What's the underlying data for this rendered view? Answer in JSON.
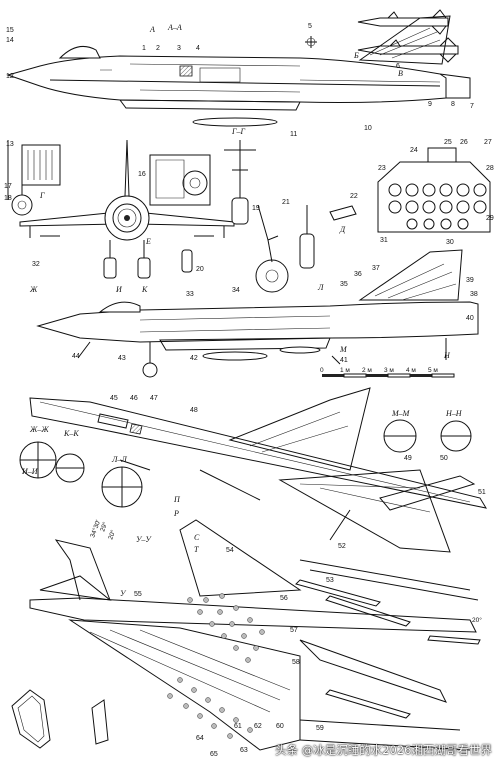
{
  "callouts": [
    "1",
    "2",
    "3",
    "4",
    "5",
    "6",
    "7",
    "8",
    "9",
    "10",
    "11",
    "12",
    "13",
    "14",
    "15",
    "16",
    "17",
    "18",
    "19",
    "20",
    "21",
    "22",
    "23",
    "24",
    "25",
    "26",
    "27",
    "28",
    "29",
    "30",
    "31",
    "32",
    "33",
    "34",
    "35",
    "36",
    "37",
    "38",
    "39",
    "40",
    "41",
    "42",
    "43",
    "44",
    "45",
    "46",
    "47",
    "48",
    "49",
    "50",
    "51",
    "52",
    "53",
    "54",
    "55",
    "56",
    "57",
    "58",
    "59",
    "60",
    "61",
    "62",
    "63",
    "64",
    "65"
  ],
  "section_labels": {
    "aa": "А–А",
    "a": "А",
    "b": "Б",
    "v": "В",
    "g": "Г",
    "gg": "Г–Г",
    "d": "Д",
    "e": "Е",
    "zh": "Ж",
    "zhzh": "Ж–Ж",
    "i": "И",
    "ii": "И–И",
    "k": "К",
    "kk": "К–К",
    "l": "Л",
    "ll": "Л–Л",
    "m": "М",
    "mm": "М–М",
    "n": "Н",
    "nn": "Н–Н",
    "p": "П",
    "r": "Р",
    "s": "С",
    "t": "Т",
    "u": "У",
    "uu": "У–У"
  },
  "scale_bar": {
    "ticks": [
      "0",
      "1 м",
      "2 м",
      "3 м",
      "4 м",
      "5 м"
    ]
  },
  "angles": {
    "sweep": "20°",
    "angle_a": "34°30'",
    "angle_b": "29°",
    "angle_c": "20°"
  },
  "watermark": "头条 @冰是沉睡的水2026湘西湖哥看世界"
}
